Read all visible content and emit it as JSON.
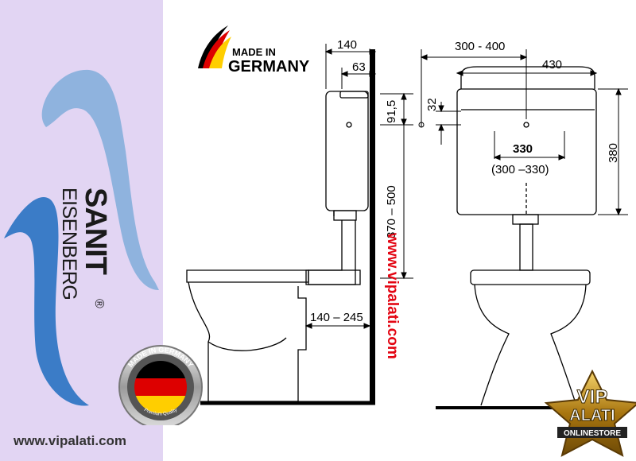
{
  "brand": {
    "name_line1": "SANIT",
    "name_line2": "EISENBERG",
    "registered_mark": "®",
    "colors": {
      "panel_bg": "#e2d5f3",
      "wave_light": "#8fb3de",
      "wave_dark": "#3b7cc7"
    }
  },
  "badges": {
    "made_in_line1": "MADE IN",
    "made_in_line2": "GERMANY",
    "seal_top_text": "MADE IN GERMANY",
    "seal_bottom_text": "Premium Quality",
    "flag_colors": [
      "#000000",
      "#dd0000",
      "#ffce00"
    ]
  },
  "websites": {
    "left_footer": "www.vipalati.com",
    "vertical_red": "www.vipalati.com"
  },
  "store_logo": {
    "line1": "VIP",
    "line2": "ALATI",
    "line3": "ONLINESTORE",
    "colors": {
      "star": "#b8860b",
      "text": "#ffffff"
    }
  },
  "dimensions": {
    "side_top_width": "140",
    "side_inner_width": "63",
    "side_cistern_offset": "91,5",
    "side_height_range": "370 – 500",
    "side_bottom_range": "140 – 245",
    "front_hook_spacing": "300 - 400",
    "front_width": "430",
    "front_hole_offset": "32",
    "front_height": "380",
    "front_center_distance": "330",
    "front_center_range": "(300 –330)"
  }
}
